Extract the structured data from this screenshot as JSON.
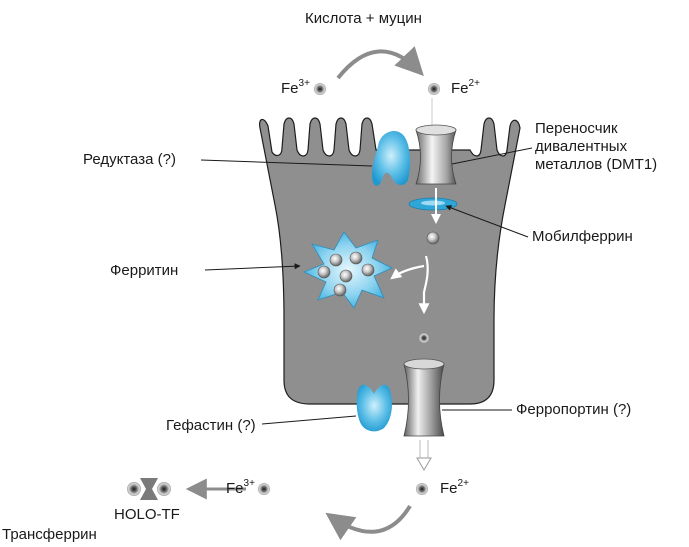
{
  "title": "Кислота + муцин",
  "labels": {
    "reductase": "Редуктаза (?)",
    "dmt1_line1": "Переносчик",
    "dmt1_line2": "дивалентных",
    "dmt1_line3": "металлов (DMT1)",
    "mobilferrin": "Мобилферрин",
    "ferritin": "Ферритин",
    "hephaestin": "Гефастин (?)",
    "ferroportin": "Ферропортин (?)",
    "holo_tf": "HOLO-TF",
    "transferrin": "Трансферрин"
  },
  "ions": {
    "fe3_top": {
      "base": "Fe",
      "charge": "3+"
    },
    "fe2_top": {
      "base": "Fe",
      "charge": "2+"
    },
    "fe3_bottom": {
      "base": "Fe",
      "charge": "3+"
    },
    "fe2_bottom": {
      "base": "Fe",
      "charge": "2+"
    }
  },
  "colors": {
    "cell": "#8e8e8e",
    "cell_outline": "#1e1e1e",
    "protein_blue": "#2fa6d8",
    "arrow_gray": "#8c8c8c",
    "transporter_gray": "#7a7a7a"
  }
}
